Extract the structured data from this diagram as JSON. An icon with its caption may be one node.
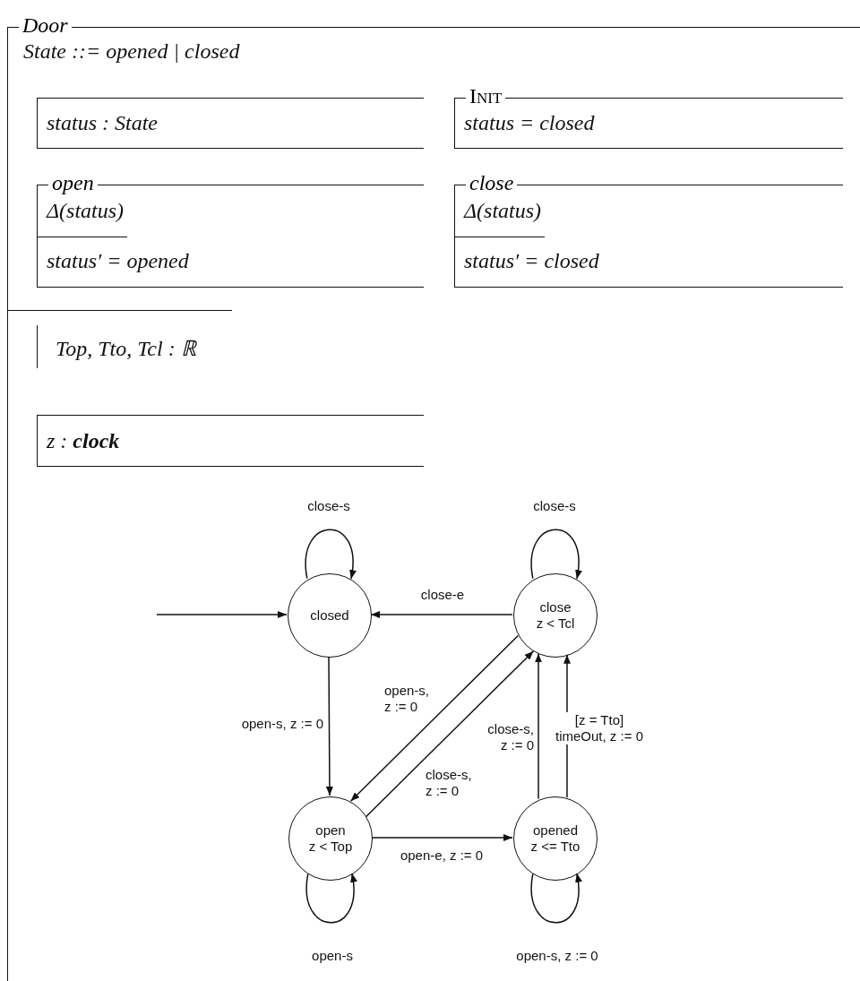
{
  "diagram": {
    "nodes": [
      {
        "text": [
          "Door",
          "State ::= opened | closed"
        ]
      },
      {
        "text": [
          "status : State"
        ],
        "in": 0
      },
      {
        "text": [
          "Init",
          "status = closed"
        ],
        "in": 0
      },
      {
        "text": [
          "open",
          "Δ(status)",
          "status′ = opened"
        ],
        "in": 0
      },
      {
        "text": [
          "close",
          "Δ(status)",
          "status′ = closed"
        ],
        "in": 0
      },
      {
        "text": [
          "Top, Tto, Tcl : ℝ"
        ],
        "in": 0
      },
      {
        "text": [
          "z : **clock**"
        ],
        "in": 0
      },
      {
        "text": [
          "closed"
        ],
        "in": 0
      },
      {
        "text": [
          "close",
          "z < Tcl"
        ],
        "in": 0
      },
      {
        "text": [
          "open",
          "z < Top"
        ],
        "in": 0
      },
      {
        "text": [
          "opened",
          "z <= Tto"
        ],
        "in": 0
      }
    ],
    "edges": [
      {
        "from": null,
        "to": 7,
        "arrow": "to"
      },
      {
        "from": 7,
        "to": 7,
        "arrow": "to",
        "label": "close-s"
      },
      {
        "from": 8,
        "to": 8,
        "arrow": "to",
        "label": "close-s"
      },
      {
        "from": 8,
        "to": 7,
        "arrow": "to",
        "label": "close-e"
      },
      {
        "from": 7,
        "to": 9,
        "arrow": "to",
        "label": "open-s, z := 0"
      },
      {
        "from": 8,
        "to": 9,
        "arrow": "to",
        "label": "open-s, z := 0"
      },
      {
        "from": 9,
        "to": 8,
        "arrow": "to",
        "label": "close-s, z := 0"
      },
      {
        "from": 10,
        "to": 8,
        "arrow": "to",
        "label": "close-s, z := 0"
      },
      {
        "from": 10,
        "to": 8,
        "arrow": "to",
        "label": "[z = Tto] timeOut, z := 0"
      },
      {
        "from": 9,
        "to": 10,
        "arrow": "to",
        "label": "open-e, z := 0"
      },
      {
        "from": 9,
        "to": 9,
        "arrow": "to",
        "label": "open-s"
      },
      {
        "from": 10,
        "to": 10,
        "arrow": "to",
        "label": "open-s, z := 0"
      }
    ]
  }
}
